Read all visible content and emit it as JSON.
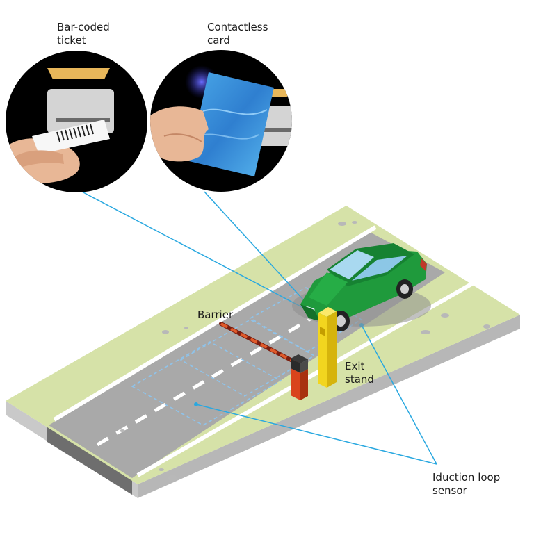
{
  "labels": {
    "ticket": [
      "Bar-coded",
      "ticket"
    ],
    "card": [
      "Contactless",
      "card"
    ],
    "barrier": [
      "Barrier"
    ],
    "exit_stand": [
      "Exit",
      "stand"
    ],
    "sensor": [
      "Iduction loop",
      "sensor"
    ]
  },
  "colors": {
    "grass": "#d6e2a8",
    "road": "#a9a9a9",
    "curb_side": "#9b9b9b",
    "car": "#1f9a3c",
    "barrier_post": "#d9441c",
    "exit_stand": "#f2d51f",
    "callout_line": "#29a8e0",
    "loop_sensor": "#8fc3ea"
  }
}
